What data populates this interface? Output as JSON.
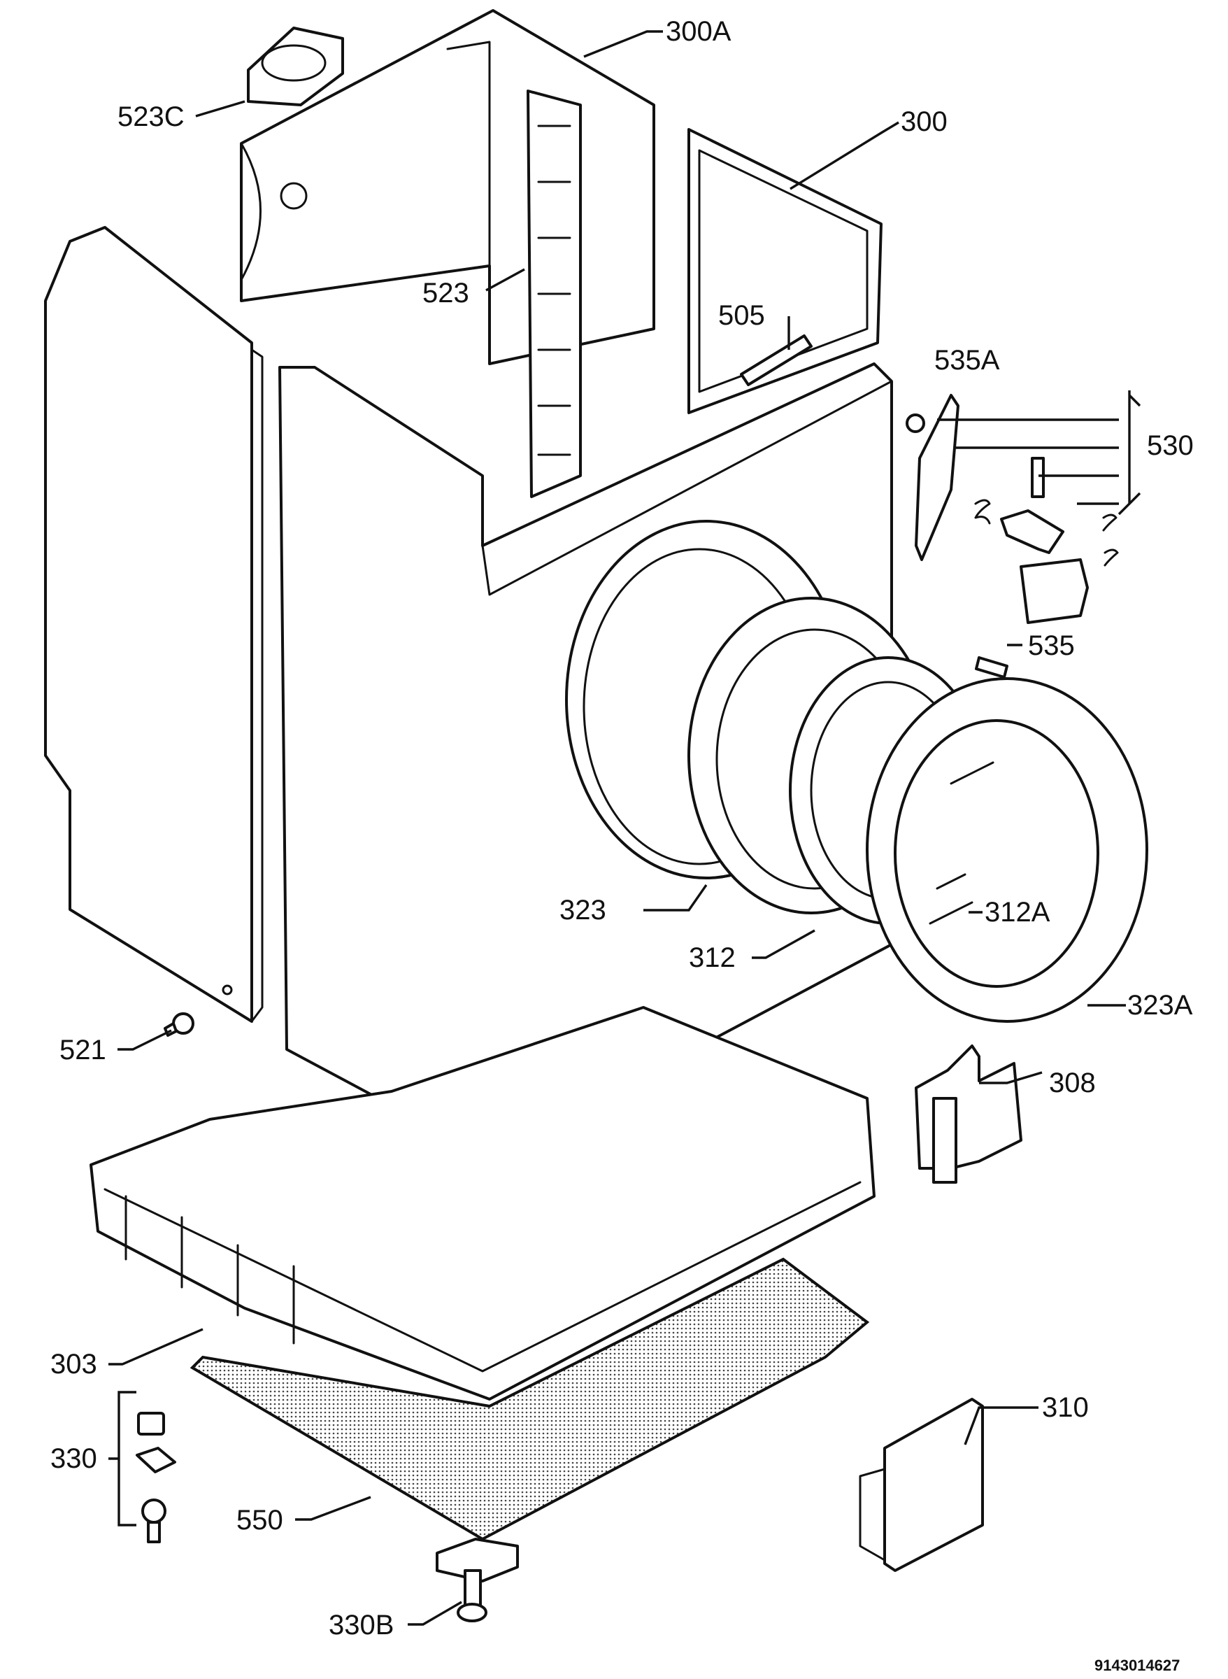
{
  "diagram": {
    "doc_number": "9143014627",
    "labels": {
      "l300A": "300A",
      "l523C": "523C",
      "l300": "300",
      "l523": "523",
      "l505": "505",
      "l535A": "535A",
      "l530": "530",
      "l535": "535",
      "l323": "323",
      "l312A": "312A",
      "l312": "312",
      "l323A": "323A",
      "l521": "521",
      "l308": "308",
      "l303": "303",
      "l310": "310",
      "l330": "330",
      "l550": "550",
      "l330B": "330B"
    }
  }
}
